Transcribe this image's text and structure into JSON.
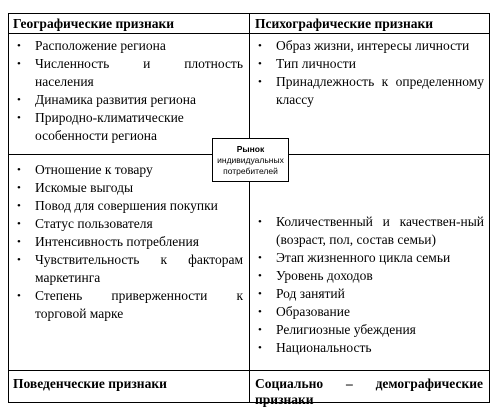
{
  "headers": {
    "geographic": "Географические признаки",
    "psychographic": "Психографические признаки",
    "behavioral": "Поведенческие признаки",
    "socio_line1": "Социально – демографические",
    "socio_line2": "признаки"
  },
  "center": {
    "line1": "Рынок",
    "line2": "индивидуальных",
    "line3": "потребителей"
  },
  "bullet_symbol": "•",
  "geographic_items": [
    "Расположение региона",
    "Численность и плотность населения",
    "Динамика развития региона",
    "Природно-климатические особенности региона"
  ],
  "psychographic_items": [
    "Образ жизни, интересы личности",
    "Тип личности",
    "Принадлежность к определенному классу"
  ],
  "behavioral_items": [
    "Отношение к товару",
    "Искомые выгоды",
    "Повод для совершения покупки",
    "Статус пользователя",
    "Интенсивность потребления",
    "Чувствительность к факторам маркетинга",
    "Степень приверженности к торговой марке"
  ],
  "socio_items": [
    "Количественный и качествен-ный (возраст, пол, состав семьи)",
    "Этап жизненного цикла семьи",
    "Уровень доходов",
    "Род занятий",
    "Образование",
    "Религиозные убеждения",
    "Национальность"
  ]
}
